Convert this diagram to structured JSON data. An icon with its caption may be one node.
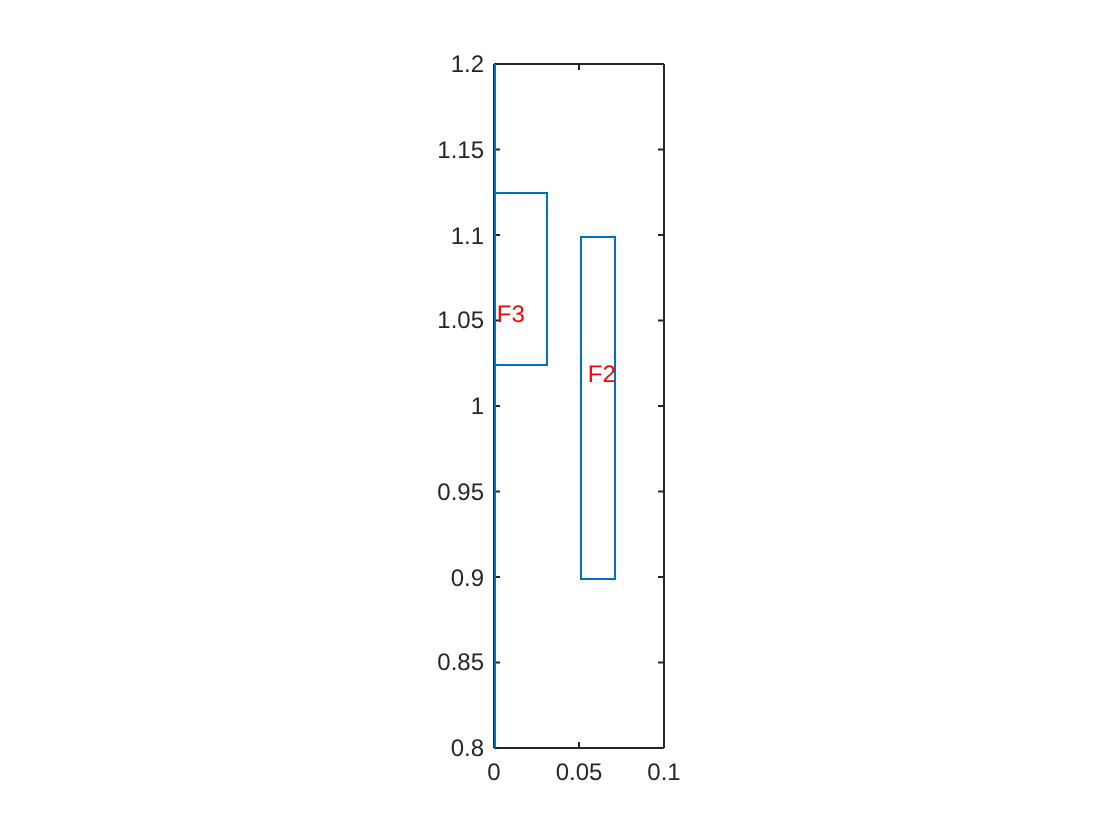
{
  "diagram": {
    "nodes": [
      {
        "text": [
          "F3"
        ]
      },
      {
        "text": [
          "F2"
        ]
      }
    ],
    "labels": [
      "1.2",
      "1.15",
      "1.1",
      "1.05",
      "1",
      "0.95",
      "0.9",
      "0.85",
      "0.8",
      "0",
      "0.05",
      "0.1"
    ]
  }
}
